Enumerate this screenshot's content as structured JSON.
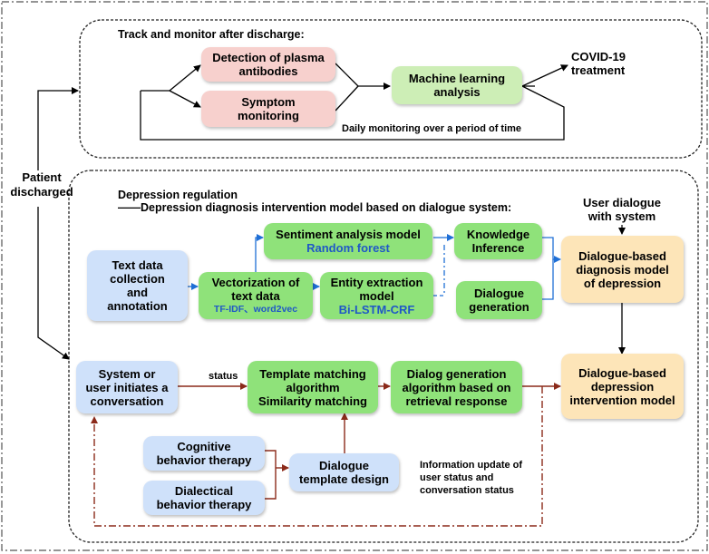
{
  "top_section": {
    "title": "Track and monitor after discharge:",
    "plasma_antibodies_line1": "Detection of plasma",
    "plasma_antibodies_line2": "antibodies",
    "symptom_line1": "Symptom",
    "symptom_line2": "monitoring",
    "ml_line1": "Machine learning",
    "ml_line2": "analysis",
    "covid_line1": "COVID-19",
    "covid_line2": "treatment",
    "daily_note": "Daily monitoring over a period of time"
  },
  "patient": {
    "line1": "Patient",
    "line2": "discharged"
  },
  "bottom_section": {
    "title1": "Depression regulation",
    "title2": "——Depression diagnosis intervention model based on dialogue system:",
    "user_dialogue_line1": "User dialogue",
    "user_dialogue_line2": "with system",
    "text_data_line1": "Text data",
    "text_data_line2": "collection",
    "text_data_line3": "and",
    "text_data_line4": "annotation",
    "vector_line1": "Vectorization of",
    "vector_line2": "text data",
    "vector_sub": "TF-IDF、word2vec",
    "sentiment_line1": "Sentiment analysis model",
    "sentiment_sub": "Random forest",
    "entity_line1": "Entity extraction",
    "entity_line2": "model",
    "entity_sub": "Bi-LSTM-CRF",
    "knowledge_line1": "Knowledge",
    "knowledge_line2": "Inference",
    "dialogue_gen_line1": "Dialogue",
    "dialogue_gen_line2": "generation",
    "diag_model_line1": "Dialogue-based",
    "diag_model_line2": "diagnosis model",
    "diag_model_line3": "of depression",
    "system_line1": "System or",
    "system_line2": "user initiates a",
    "system_line3": "conversation",
    "status": "status",
    "template_line1": "Template matching",
    "template_line2": "algorithm",
    "template_line3": "Similarity matching",
    "dialog_algo_line1": "Dialog generation",
    "dialog_algo_line2": "algorithm based on",
    "dialog_algo_line3": "retrieval response",
    "intervention_line1": "Dialogue-based",
    "intervention_line2": "depression",
    "intervention_line3": "intervention model",
    "cbt_line1": "Cognitive",
    "cbt_line2": "behavior therapy",
    "dbt_line1": "Dialectical",
    "dbt_line2": "behavior therapy",
    "design_line1": "Dialogue",
    "design_line2": "template design",
    "info_line1": "Information update of",
    "info_line2": "user status and",
    "info_line3": "conversation status"
  },
  "colors": {
    "pink": "#f7d0cd",
    "light_green": "#cdeeb6",
    "bright_green": "#8fe27a",
    "blue": "#cfe1fa",
    "orange": "#fde5b8",
    "flow_red": "#8b2a1a",
    "flow_blue": "#1f6fd6"
  }
}
